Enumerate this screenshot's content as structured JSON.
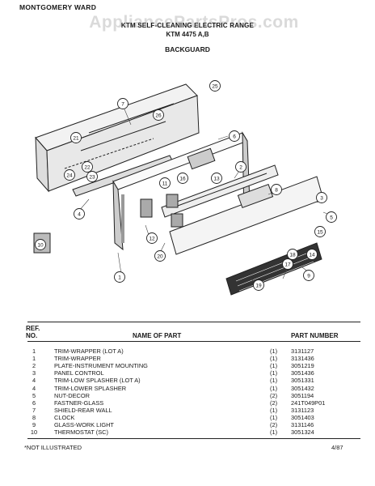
{
  "header": {
    "brand": "MONTGOMERY WARD",
    "watermark": "AppliancePartsPros.com",
    "title_line1": "KTM SELF-CLEANING ELECTRIC RANGE",
    "title_line2": "KTM 4475 A,B",
    "section": "BACKGUARD"
  },
  "callouts": [
    "1",
    "2",
    "3",
    "4",
    "5",
    "6",
    "7",
    "8",
    "9",
    "10",
    "11",
    "12",
    "13",
    "14",
    "15",
    "16",
    "17",
    "18",
    "19",
    "20",
    "21",
    "22",
    "23",
    "24",
    "25",
    "26"
  ],
  "table": {
    "col_ref_line1": "REF.",
    "col_ref_line2": "NO.",
    "col_name": "NAME OF PART",
    "col_part": "PART NUMBER",
    "rows": [
      {
        "ref": "1",
        "name": "TRIM-WRAPPER (LOT A)",
        "qty": "(1)",
        "part": "3131127"
      },
      {
        "ref": "1",
        "name": "TRIM-WRAPPER",
        "qty": "(1)",
        "part": "3131436"
      },
      {
        "ref": "2",
        "name": "PLATE-INSTRUMENT MOUNTING",
        "qty": "(1)",
        "part": "3051219"
      },
      {
        "ref": "3",
        "name": "PANEL CONTROL",
        "qty": "(1)",
        "part": "3051436"
      },
      {
        "ref": "4",
        "name": "TRIM-LOW SPLASHER (LOT A)",
        "qty": "(1)",
        "part": "3051331"
      },
      {
        "ref": "4",
        "name": "TRIM-LOWER SPLASHER",
        "qty": "(1)",
        "part": "3051432"
      },
      {
        "ref": "5",
        "name": "NUT-DECOR",
        "qty": "(2)",
        "part": "3051194"
      },
      {
        "ref": "6",
        "name": "FASTNER-GLASS",
        "qty": "(2)",
        "part": "241T049P01"
      },
      {
        "ref": "7",
        "name": "SHIELD-REAR WALL",
        "qty": "(1)",
        "part": "3131123"
      },
      {
        "ref": "8",
        "name": "CLOCK",
        "qty": "(1)",
        "part": "3051403"
      },
      {
        "ref": "9",
        "name": "GLASS-WORK LIGHT",
        "qty": "(2)",
        "part": "3131146"
      },
      {
        "ref": "10",
        "name": "THERMOSTAT (SC)",
        "qty": "(1)",
        "part": "3051324"
      }
    ]
  },
  "footer": {
    "note": "*NOT ILLUSTRATED",
    "date": "4/87"
  }
}
